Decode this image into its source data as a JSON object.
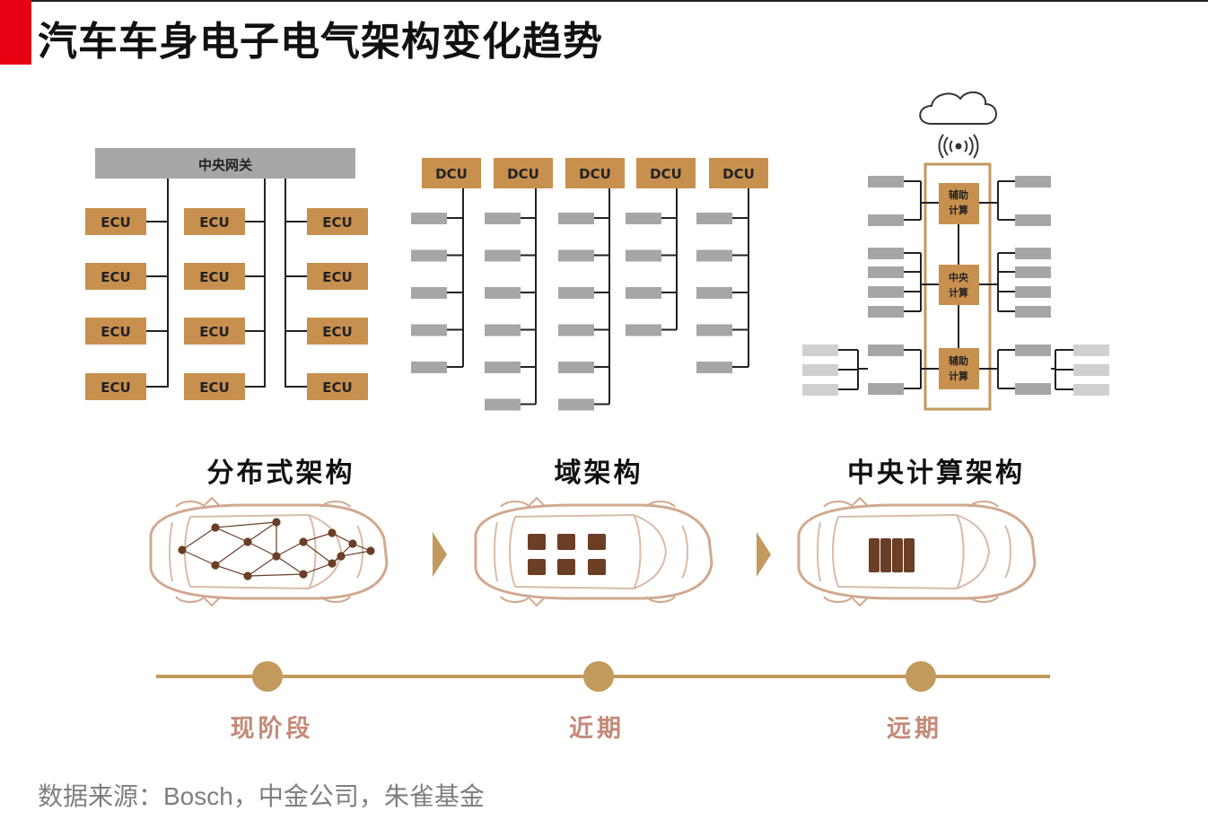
{
  "title": "汽车车身电子电气架构变化趋势",
  "distributed": {
    "gateway_label": "中央网关",
    "ecu_label": "ECU",
    "ecu_rows": 4,
    "ecu_columns": 3
  },
  "domain": {
    "dcu_label": "DCU",
    "dcu_count": 5,
    "sensors_per_dcu": [
      5,
      6,
      6,
      4,
      5
    ]
  },
  "central": {
    "assist_top_label": "辅助计算",
    "central_label": "中央计算",
    "assist_bottom_label": "辅助计算"
  },
  "architectures": [
    {
      "name": "分布式架构",
      "phase": "现阶段"
    },
    {
      "name": "域架构",
      "phase": "近期"
    },
    {
      "name": "中央计算架构",
      "phase": "远期"
    }
  ],
  "source": "数据来源：Bosch，中金公司，朱雀基金",
  "colors": {
    "brand_red": "#e60012",
    "ecu_fill": "#c7904f",
    "gateway_fill": "#a6a6a6",
    "sensor_fill": "#a6a6a6",
    "timeline": "#c29a5c",
    "phase_text": "#c48a78"
  },
  "icons": [
    "cloud-icon",
    "wireless-signal-icon",
    "car-outline-icon",
    "arrow-right-icon"
  ]
}
